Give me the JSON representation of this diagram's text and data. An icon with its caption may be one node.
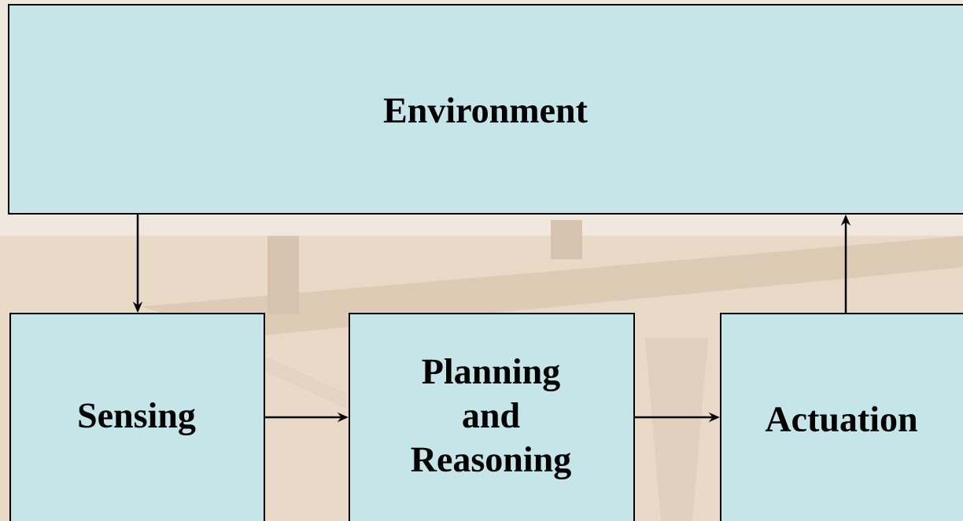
{
  "diagram": {
    "nodes": [
      {
        "text": [
          "Environment"
        ]
      },
      {
        "text": [
          "Sensing"
        ]
      },
      {
        "text": [
          "Planning and Reasoning"
        ]
      },
      {
        "text": [
          "Actuation"
        ]
      }
    ],
    "edges": [
      {
        "from": 0,
        "to": 1,
        "arrow": "to"
      },
      {
        "from": 1,
        "to": 2,
        "arrow": "to"
      },
      {
        "from": 2,
        "to": 3,
        "arrow": "to"
      },
      {
        "from": 3,
        "to": 0,
        "arrow": "to"
      }
    ]
  }
}
